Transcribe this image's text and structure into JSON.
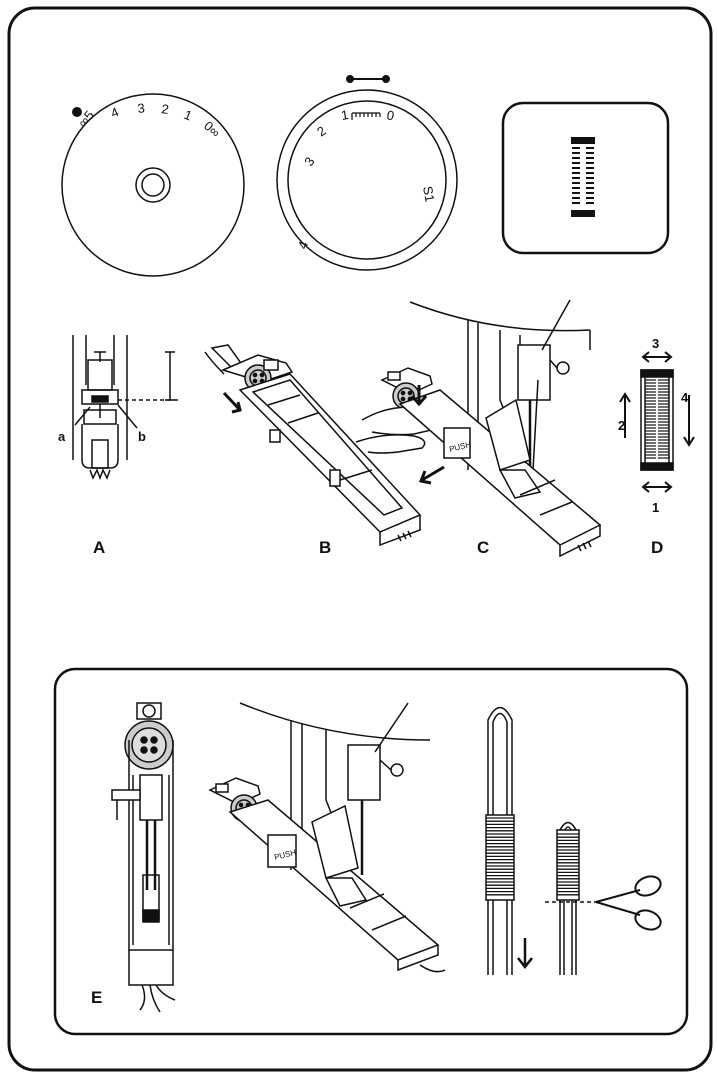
{
  "stitch_length_dial": {
    "marks": [
      "∞5",
      "4",
      "3",
      "2",
      "1",
      "0∞"
    ]
  },
  "pattern_dial": {
    "marks": [
      "4",
      "3",
      "2",
      "1",
      "0",
      "S1"
    ]
  },
  "figure_labels": {
    "a": "a",
    "b": "b",
    "A": "A",
    "B": "B",
    "C": "C",
    "D": "D",
    "E": "E"
  },
  "push_label": "PUSH",
  "buttonhole_steps": [
    "1",
    "2",
    "3",
    "4"
  ]
}
